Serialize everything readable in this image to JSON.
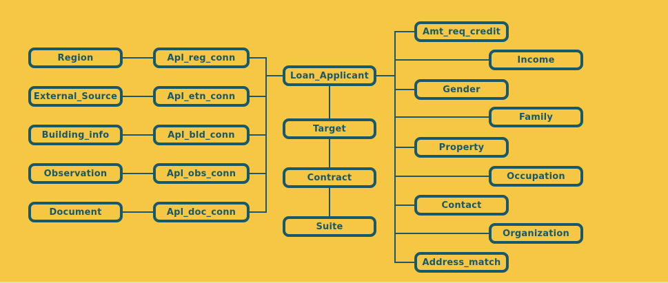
{
  "diagram": {
    "colors": {
      "background": "#F5C744",
      "accent": "#17596B",
      "bottom_strip": "#DBD9D2"
    },
    "source_nodes": [
      {
        "label": "Region"
      },
      {
        "label": "External_Source"
      },
      {
        "label": "Building_info"
      },
      {
        "label": "Observation"
      },
      {
        "label": "Document"
      }
    ],
    "connector_nodes": [
      {
        "label": "Apl_reg_conn"
      },
      {
        "label": "Apl_etn_conn"
      },
      {
        "label": "Apl_bld_conn"
      },
      {
        "label": "Apl_obs_conn"
      },
      {
        "label": "Apl_doc_conn"
      }
    ],
    "center_nodes": [
      {
        "label": "Loan_Applicant"
      },
      {
        "label": "Target"
      },
      {
        "label": "Contract"
      },
      {
        "label": "Suite"
      }
    ],
    "attribute_nodes": [
      {
        "label": "Amt_req_credit"
      },
      {
        "label": "Income"
      },
      {
        "label": "Gender"
      },
      {
        "label": "Family"
      },
      {
        "label": "Property"
      },
      {
        "label": "Occupation"
      },
      {
        "label": "Contact"
      },
      {
        "label": "Organization"
      },
      {
        "label": "Address_match"
      }
    ]
  }
}
